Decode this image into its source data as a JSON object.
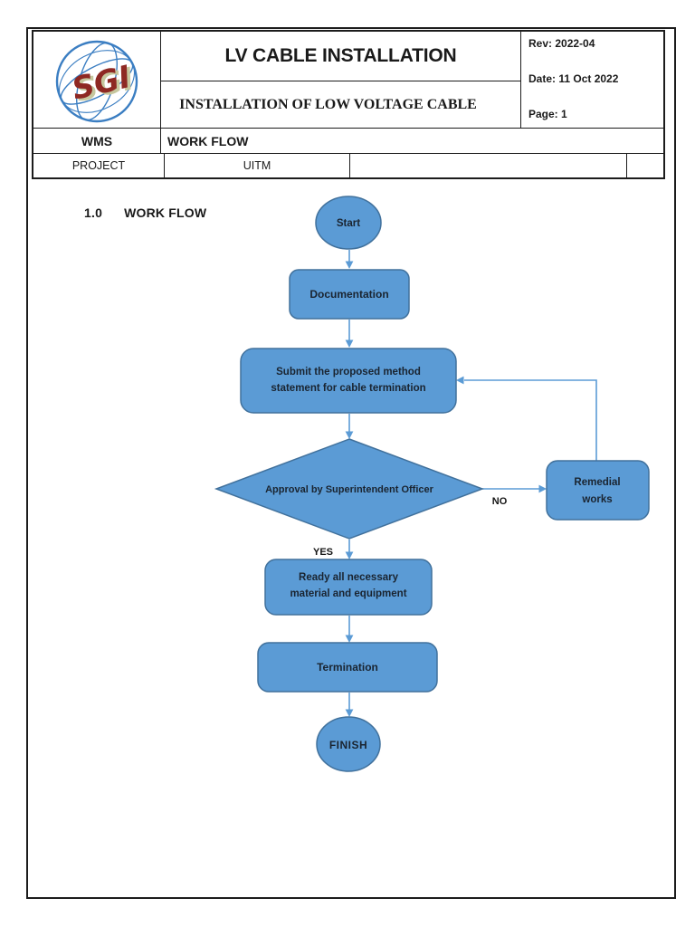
{
  "header": {
    "logo_text": "SGI",
    "title": "LV CABLE INSTALLATION",
    "subtitle": "INSTALLATION OF LOW VOLTAGE CABLE",
    "rev": "Rev: 2022-04",
    "date": "Date: 11 Oct 2022",
    "page": "Page: 1",
    "doc_type_label": "WMS",
    "doc_type_value": "WORK FLOW",
    "project_label": "PROJECT",
    "project_value": "UITM"
  },
  "section": {
    "number": "1.0",
    "title": "WORK FLOW"
  },
  "flowchart": {
    "nodes": {
      "start": {
        "label": "Start"
      },
      "documentation": {
        "label": "Documentation"
      },
      "submit_method_statement": {
        "lines": [
          "Submit the proposed method",
          "statement for cable termination"
        ]
      },
      "approval_decision": {
        "label": "Approval by Superintendent Officer"
      },
      "remedial_works": {
        "lines": [
          "Remedial",
          "works"
        ]
      },
      "ready_material": {
        "lines": [
          "Ready all necessary",
          "material and equipment"
        ]
      },
      "termination": {
        "label": "Termination"
      },
      "finish": {
        "label": "FINISH"
      }
    },
    "edge_labels": {
      "yes": "YES",
      "no": "NO"
    },
    "colors": {
      "shape_fill": "#5b9bd5",
      "shape_border": "#41719c",
      "connector": "#5b9bd5",
      "label_text": "#1a2430",
      "logo_red": "#8e2823",
      "logo_shadow": "#c6c79e",
      "logo_blue": "#3b7ec2"
    }
  }
}
